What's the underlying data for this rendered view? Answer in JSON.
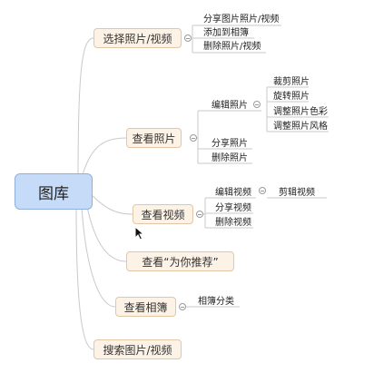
{
  "root": {
    "label": "图库"
  },
  "branches": [
    {
      "label": "选择照片/视频",
      "children": [
        "分享图片照片/视频",
        "添加到相簿",
        "删除照片/视频"
      ]
    },
    {
      "label": "查看照片",
      "children": [
        "编辑照片",
        "分享照片",
        "删除照片"
      ],
      "edit_children": [
        "裁剪照片",
        "旋转照片",
        "调整照片色彩",
        "调整照片风格"
      ]
    },
    {
      "label": "查看视频",
      "children": [
        "编辑视频",
        "分享视频",
        "删除视频"
      ],
      "edit_children": [
        "剪辑视频"
      ]
    },
    {
      "label": "查看“为你推荐”"
    },
    {
      "label": "查看相簿",
      "children": [
        "相簿分类"
      ]
    },
    {
      "label": "搜索图片/视频"
    }
  ],
  "colors": {
    "root_fill": "#c6dbf7",
    "branch_fill": "#fdf2e6",
    "line": "#c9c9c9"
  }
}
